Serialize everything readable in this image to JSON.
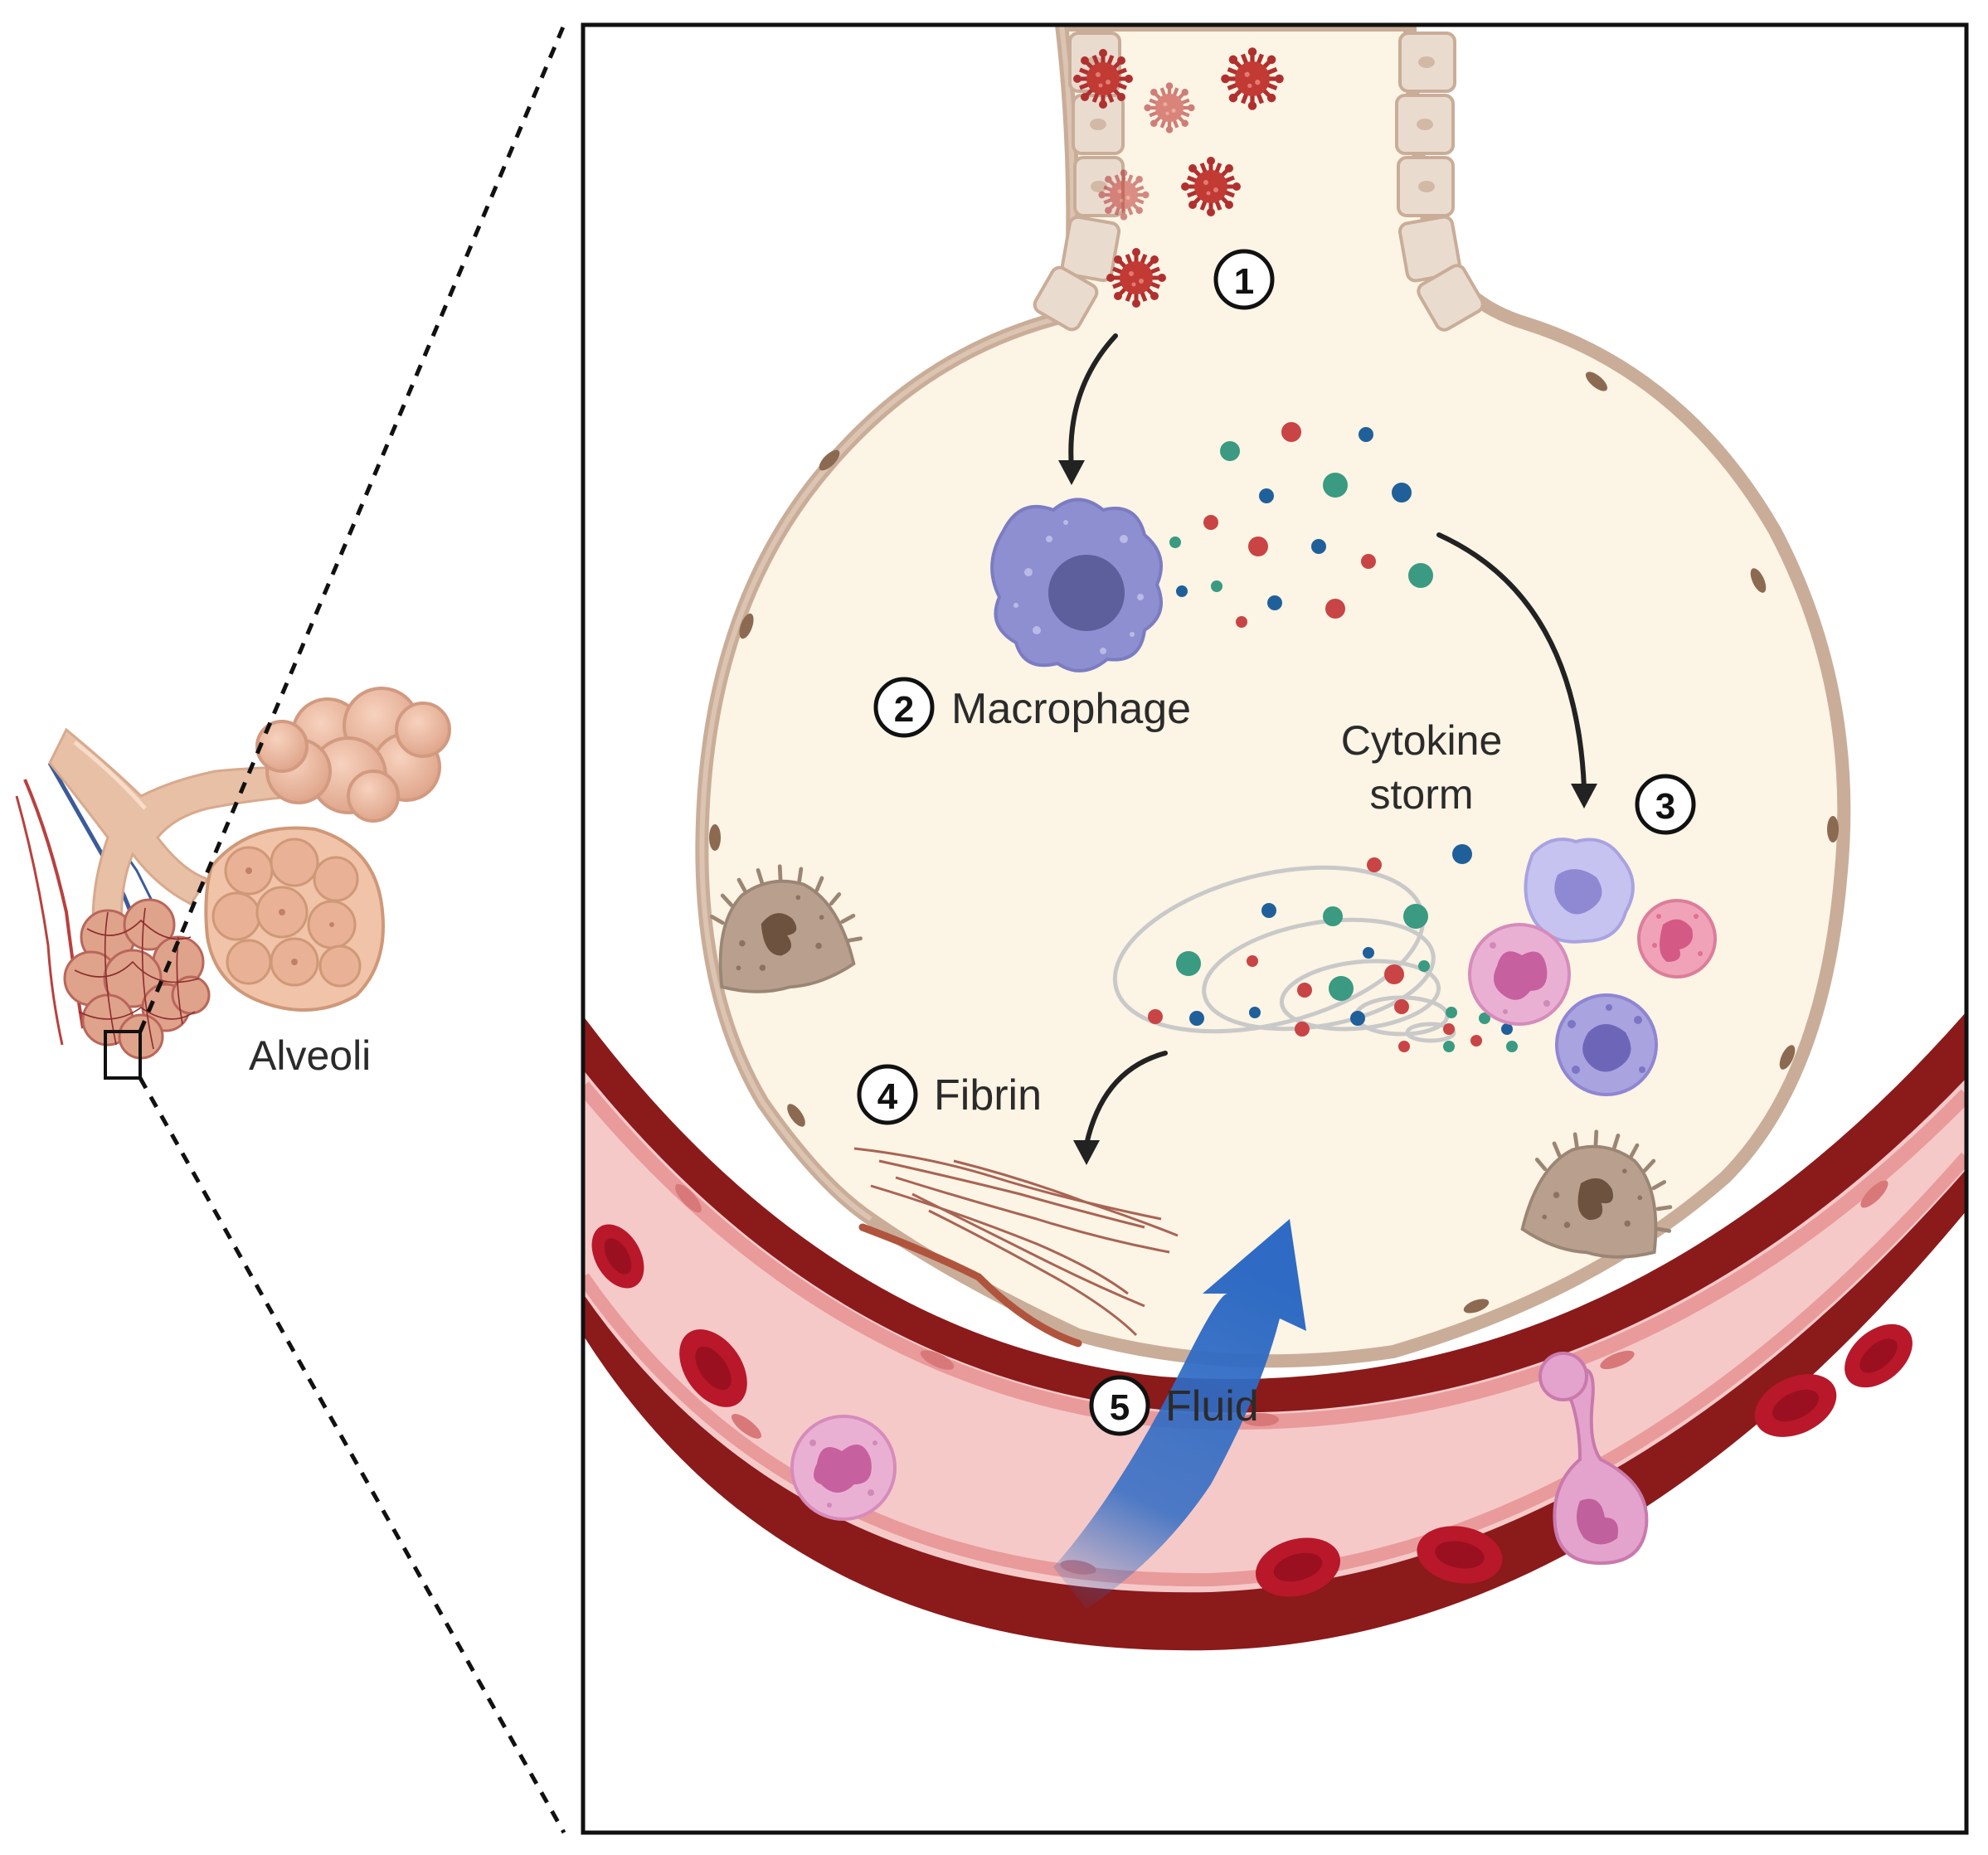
{
  "figure": {
    "overview_label": "Alveoli",
    "steps": [
      {
        "number": "1",
        "label": ""
      },
      {
        "number": "2",
        "label": "Macrophage"
      },
      {
        "number": "3",
        "label": ""
      },
      {
        "number": "4",
        "label": "Fibrin"
      },
      {
        "number": "5",
        "label": "Fluid"
      }
    ],
    "cytokine_label_line1": "Cytokine",
    "cytokine_label_line2": "storm"
  },
  "colors": {
    "alveolus_fill": "#fcf4e4",
    "alveolus_wall": "#c9ad98",
    "vessel_wall": "#8b1a1a",
    "vessel_lumen": "#f6c9c9",
    "virus": "#c0392b",
    "macrophage": "#8e8fd1",
    "cytokine_red": "#c94444",
    "cytokine_teal": "#3a9a82",
    "cytokine_blue": "#20609a",
    "fluid_arrow": "#2f6bc4",
    "rbc": "#b8182a",
    "neutrophil": "#eab0d4"
  }
}
